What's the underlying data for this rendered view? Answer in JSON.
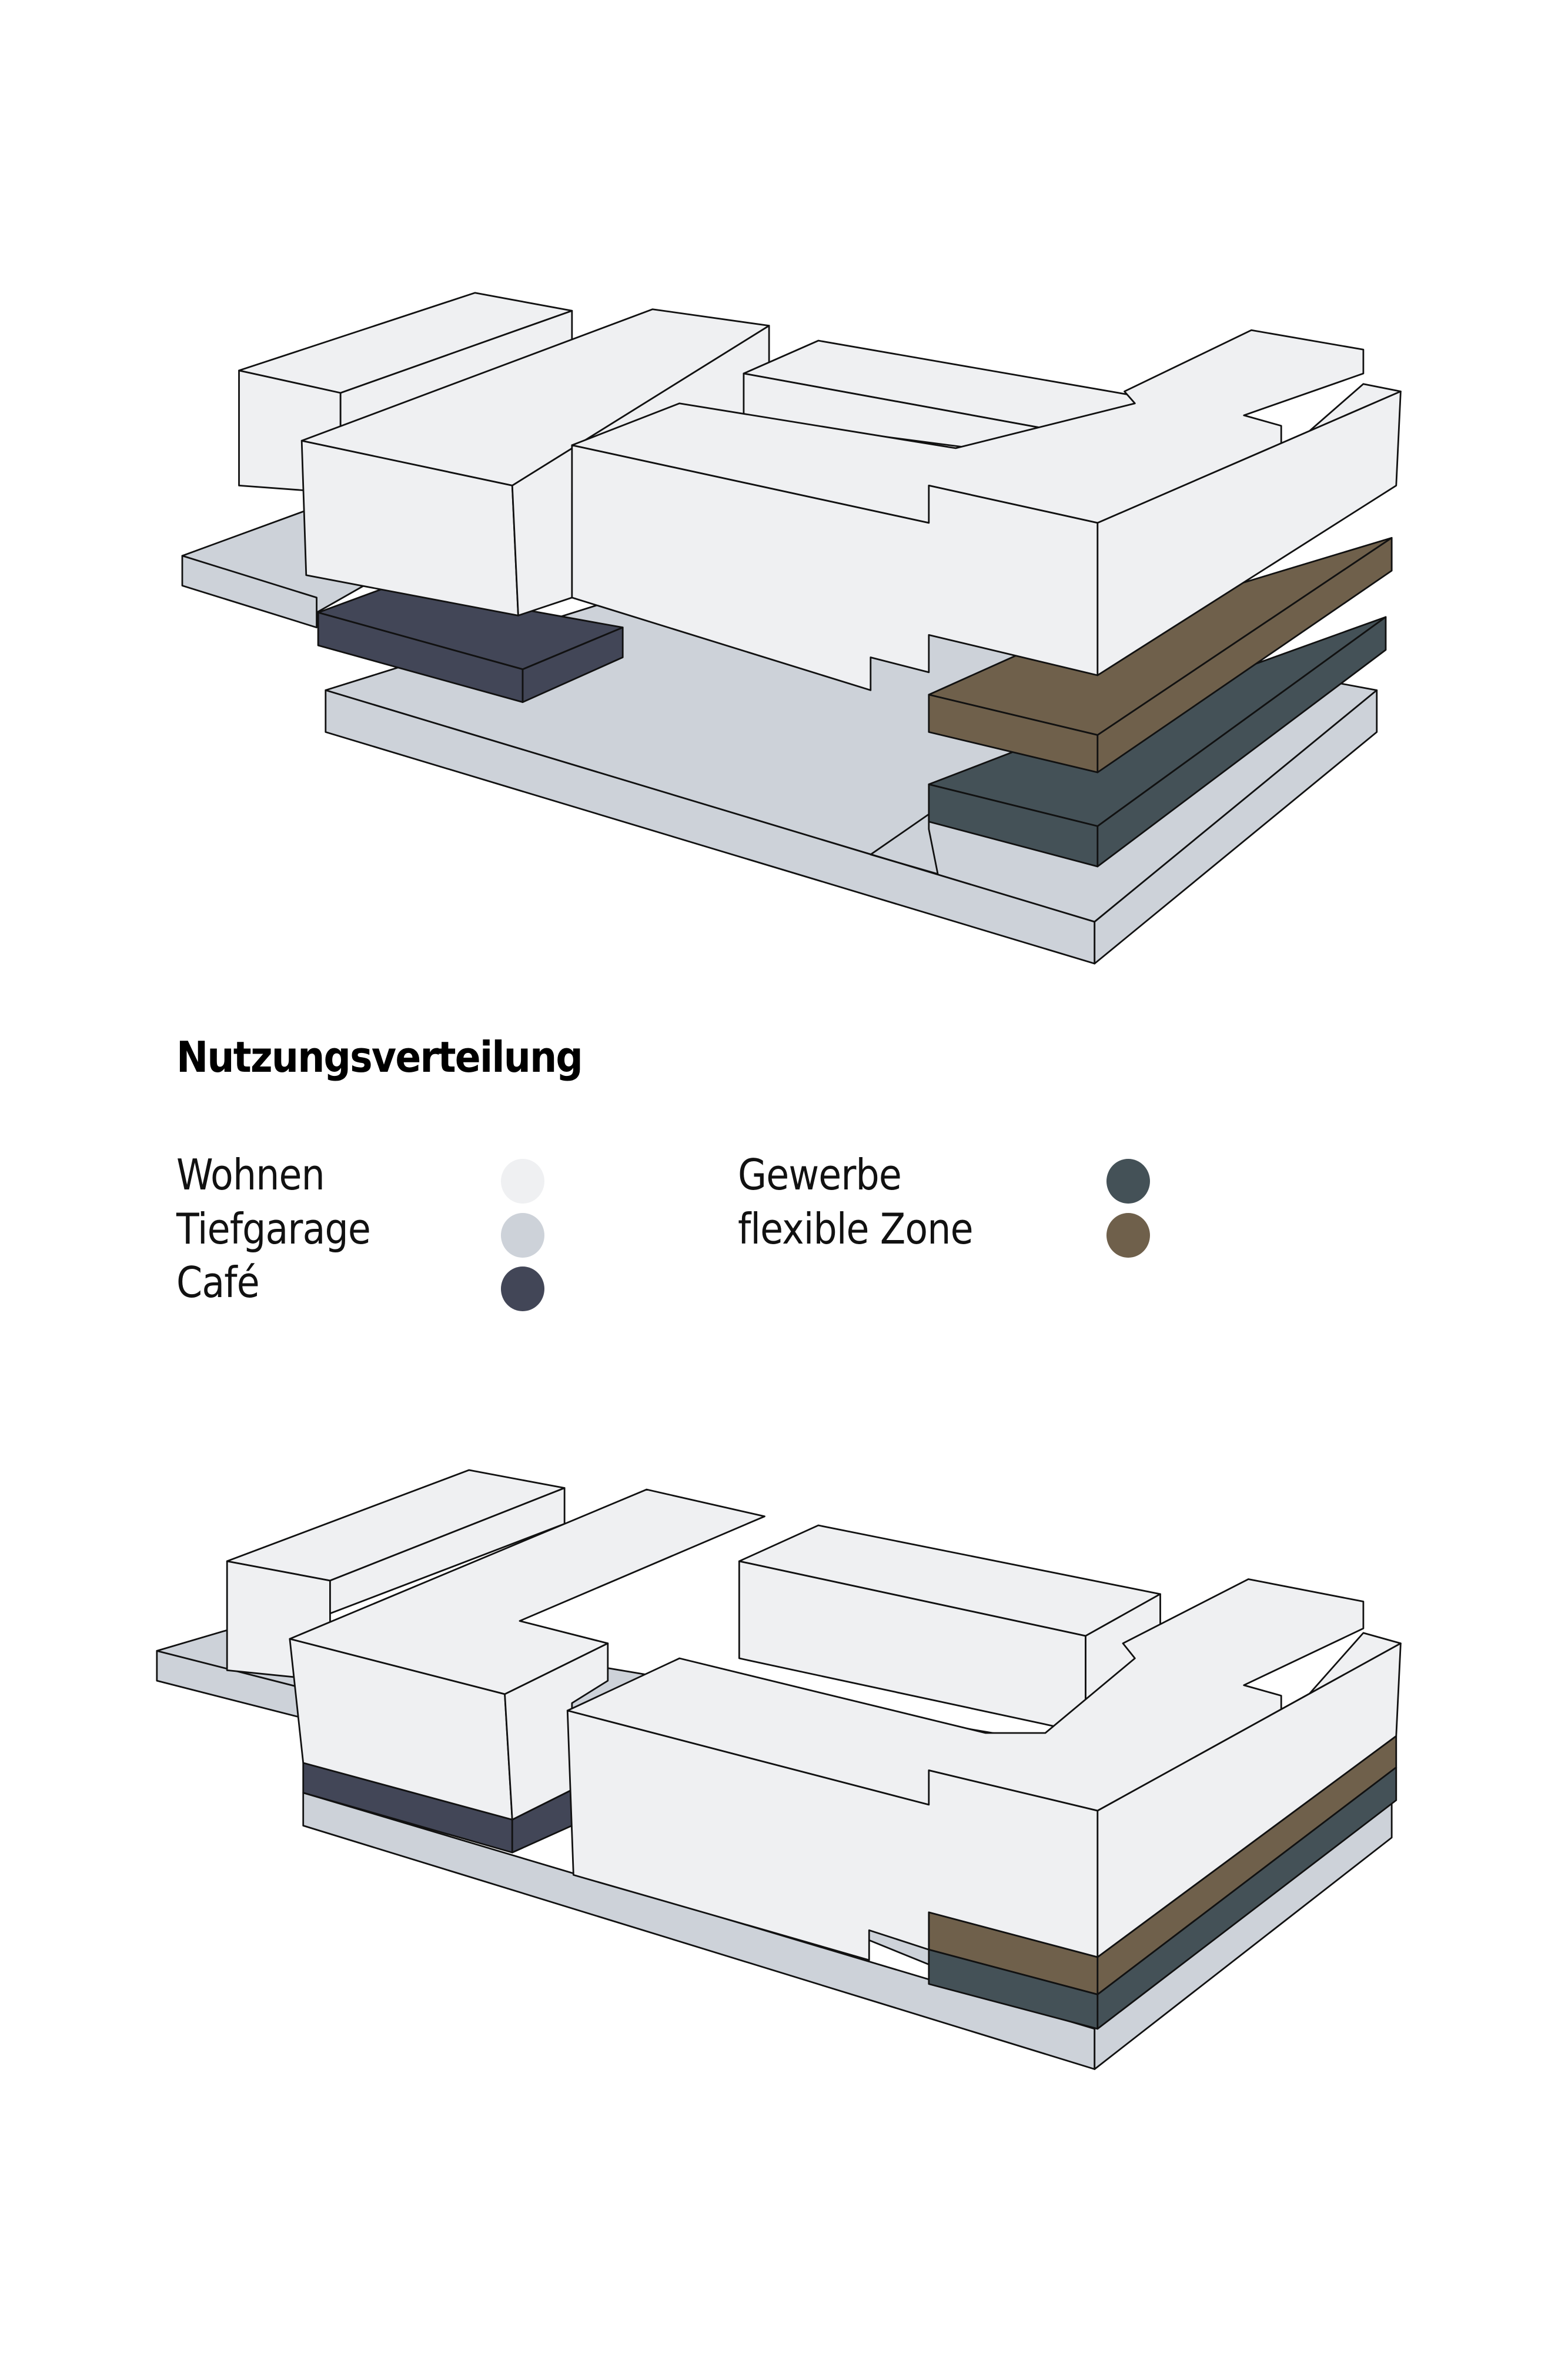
{
  "legend": {
    "title": "Nutzungsverteilung",
    "items": [
      {
        "label": "Wohnen",
        "color": "#eff0f2"
      },
      {
        "label": "Tiefgarage",
        "color": "#cdd2d9"
      },
      {
        "label": "Café",
        "color": "#424657"
      },
      {
        "label": "Gewerbe",
        "color": "#445157"
      },
      {
        "label": "flexible Zone",
        "color": "#6f604b"
      }
    ]
  }
}
